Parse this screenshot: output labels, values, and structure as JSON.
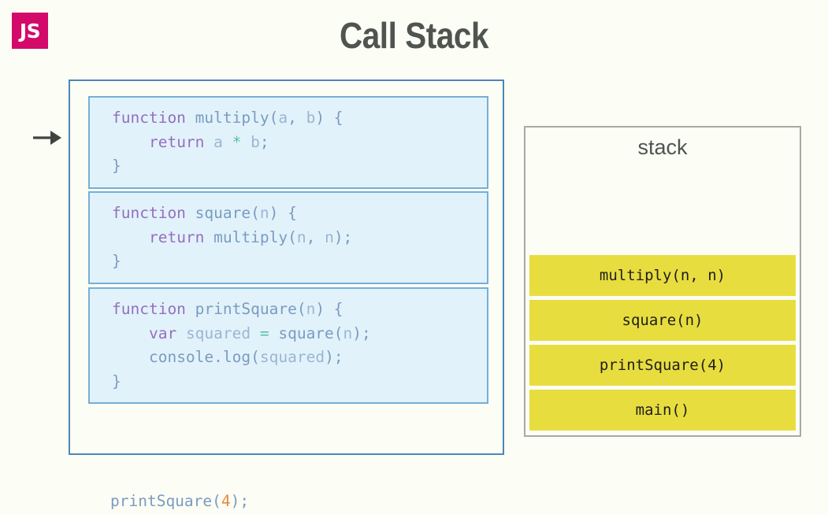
{
  "header": {
    "logo_text": "JS",
    "logo_color": "#d30a6a",
    "title": "Call Stack",
    "title_color": "#4f5450"
  },
  "background_color": "#fcfdf5",
  "pointer": {
    "icon": "arrow-right-icon",
    "points_to": "multiply-code-block",
    "color": "#3f4440"
  },
  "code_panel": {
    "border_color": "#4a87b8",
    "block_fill": "#e2f2fb",
    "block_border": "#73b0d8",
    "blocks": [
      {
        "name": "multiply",
        "lines": [
          [
            {
              "t": "function ",
              "c": "kw"
            },
            {
              "t": "multiply",
              "c": "fn"
            },
            {
              "t": "(",
              "c": "punc"
            },
            {
              "t": "a",
              "c": "var"
            },
            {
              "t": ", ",
              "c": "punc"
            },
            {
              "t": "b",
              "c": "var"
            },
            {
              "t": ") {",
              "c": "punc"
            }
          ],
          [
            {
              "t": "    ",
              "c": "punc"
            },
            {
              "t": "return ",
              "c": "kw"
            },
            {
              "t": "a ",
              "c": "var"
            },
            {
              "t": "* ",
              "c": "op"
            },
            {
              "t": "b",
              "c": "var"
            },
            {
              "t": ";",
              "c": "punc"
            }
          ],
          [
            {
              "t": "}",
              "c": "punc"
            }
          ]
        ]
      },
      {
        "name": "square",
        "lines": [
          [
            {
              "t": "function ",
              "c": "kw"
            },
            {
              "t": "square",
              "c": "fn"
            },
            {
              "t": "(",
              "c": "punc"
            },
            {
              "t": "n",
              "c": "var"
            },
            {
              "t": ") {",
              "c": "punc"
            }
          ],
          [
            {
              "t": "    ",
              "c": "punc"
            },
            {
              "t": "return ",
              "c": "kw"
            },
            {
              "t": "multiply",
              "c": "fn"
            },
            {
              "t": "(",
              "c": "punc"
            },
            {
              "t": "n",
              "c": "var"
            },
            {
              "t": ", ",
              "c": "punc"
            },
            {
              "t": "n",
              "c": "var"
            },
            {
              "t": ");",
              "c": "punc"
            }
          ],
          [
            {
              "t": "}",
              "c": "punc"
            }
          ]
        ]
      },
      {
        "name": "printSquare",
        "lines": [
          [
            {
              "t": "function ",
              "c": "kw"
            },
            {
              "t": "printSquare",
              "c": "fn"
            },
            {
              "t": "(",
              "c": "punc"
            },
            {
              "t": "n",
              "c": "var"
            },
            {
              "t": ") {",
              "c": "punc"
            }
          ],
          [
            {
              "t": "    ",
              "c": "punc"
            },
            {
              "t": "var ",
              "c": "kw"
            },
            {
              "t": "squared ",
              "c": "var"
            },
            {
              "t": "= ",
              "c": "op"
            },
            {
              "t": "square",
              "c": "fn"
            },
            {
              "t": "(",
              "c": "punc"
            },
            {
              "t": "n",
              "c": "var"
            },
            {
              "t": ");",
              "c": "punc"
            }
          ],
          [
            {
              "t": "    ",
              "c": "punc"
            },
            {
              "t": "console",
              "c": "fn"
            },
            {
              "t": ".",
              "c": "punc"
            },
            {
              "t": "log",
              "c": "fn"
            },
            {
              "t": "(",
              "c": "punc"
            },
            {
              "t": "squared",
              "c": "var"
            },
            {
              "t": ");",
              "c": "punc"
            }
          ],
          [
            {
              "t": "}",
              "c": "punc"
            }
          ]
        ]
      }
    ],
    "tail_call": [
      {
        "t": "printSquare",
        "c": "fn"
      },
      {
        "t": "(",
        "c": "punc"
      },
      {
        "t": "4",
        "c": "num"
      },
      {
        "t": ");",
        "c": "punc"
      }
    ]
  },
  "stack_panel": {
    "title": "stack",
    "border_color": "#a9a9a3",
    "frame_color": "#e8dd3f",
    "frames": [
      {
        "label": "multiply(n, n)"
      },
      {
        "label": "square(n)"
      },
      {
        "label": "printSquare(4)"
      },
      {
        "label": "main()"
      }
    ]
  }
}
